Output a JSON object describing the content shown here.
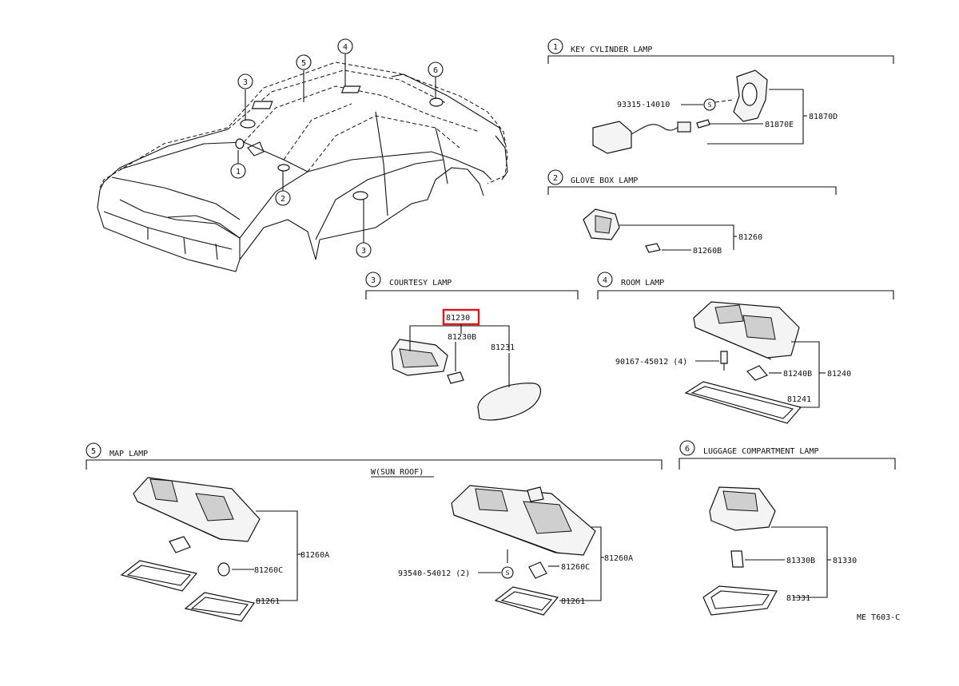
{
  "callouts": {
    "c1": "1",
    "c2": "2",
    "c3": "3",
    "c4": "4",
    "c5": "5",
    "c6": "6"
  },
  "sections": {
    "key_cylinder": {
      "num": "1",
      "title": "KEY CYLINDER LAMP",
      "parts": {
        "screw": "93315-14010",
        "s": "S",
        "socket": "81870E",
        "assy": "81870D"
      }
    },
    "glove_box": {
      "num": "2",
      "title": "GLOVE BOX LAMP",
      "parts": {
        "assy": "81260",
        "bulb": "81260B"
      }
    },
    "courtesy": {
      "num": "3",
      "title": "COURTESY LAMP",
      "parts": {
        "assy": "81230",
        "bulb": "81230B",
        "lens": "81231"
      }
    },
    "room": {
      "num": "4",
      "title": "ROOM LAMP",
      "parts": {
        "screw": "90167-45012 (4)",
        "bulb": "81240B",
        "assy": "81240",
        "lens": "81241"
      }
    },
    "map": {
      "num": "5",
      "title": "MAP LAMP",
      "variant": "W(SUN ROOF)",
      "parts": {
        "assy": "81260A",
        "bulb": "81260C",
        "lens": "81261",
        "screw": "93540-54012 (2)",
        "s": "S",
        "assy2": "81260A",
        "bulb2": "81260C",
        "lens2": "81261"
      }
    },
    "luggage": {
      "num": "6",
      "title": "LUGGAGE COMPARTMENT LAMP",
      "parts": {
        "bulb": "81330B",
        "assy": "81330",
        "lens": "81331"
      }
    }
  },
  "highlight": {
    "part": "81230",
    "color": "#e0141c"
  },
  "footer": {
    "code": "ME T603-C"
  }
}
